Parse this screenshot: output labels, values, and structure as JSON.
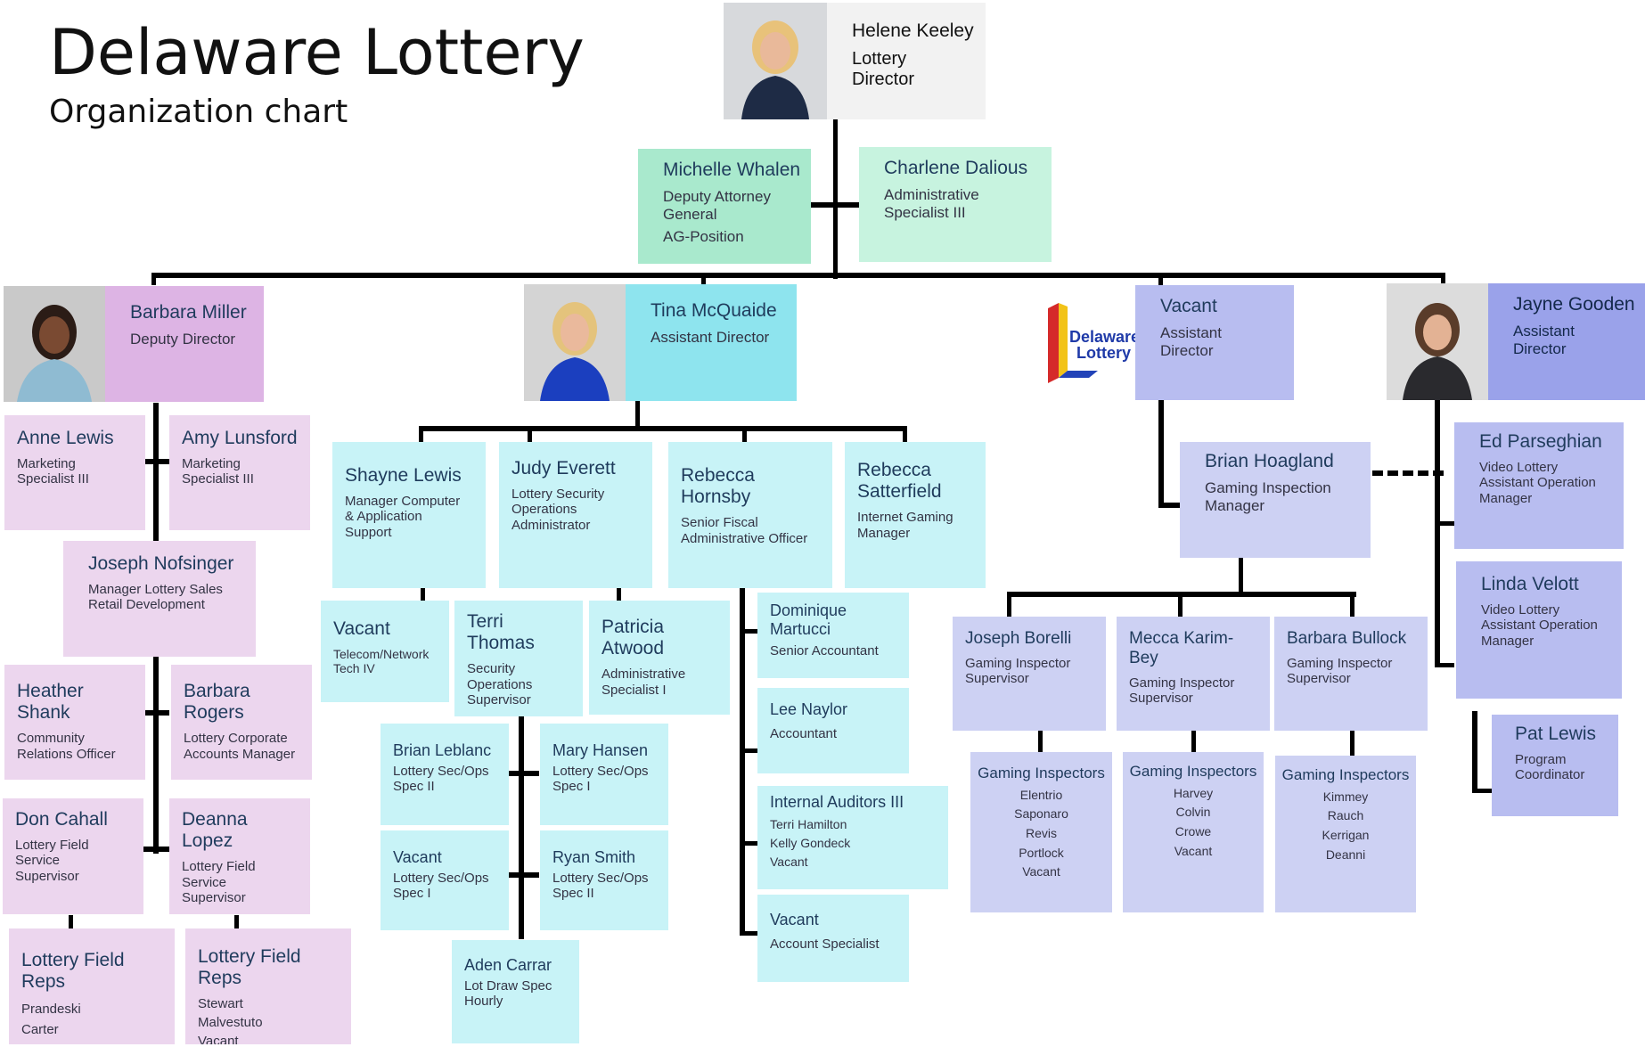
{
  "header": {
    "title": "Delaware Lottery",
    "subtitle": "Organization chart"
  },
  "logo": {
    "line1": "Delaware",
    "line2": "Lottery"
  },
  "director": {
    "name": "Helene Keeley",
    "title": "Lottery\nDirector"
  },
  "deputy_ag": {
    "name": "Michelle Whalen",
    "title": "Deputy Attorney\nGeneral",
    "note": "AG-Position"
  },
  "admin_specialist": {
    "name": "Charlene Dalious",
    "title": "Administrative\nSpecialist III"
  },
  "deputy_director": {
    "name": "Barbara Miller",
    "title": "Deputy Director"
  },
  "assistant_director_tina": {
    "name": "Tina McQuaide",
    "title": "Assistant Director"
  },
  "assistant_director_vacant": {
    "name": "Vacant",
    "title": "Assistant\nDirector"
  },
  "assistant_director_jayne": {
    "name": "Jayne Gooden",
    "title": "Assistant\nDirector"
  },
  "marketing": [
    {
      "name": "Anne Lewis",
      "title": "Marketing\nSpecialist III"
    },
    {
      "name": "Amy Lunsford",
      "title": "Marketing\nSpecialist III"
    }
  ],
  "sales_manager": {
    "name": "Joseph Nofsinger",
    "title": "Manager Lottery Sales\nRetail Development"
  },
  "sales_staff": [
    {
      "name": "Heather Shank",
      "title": "Community\nRelations Officer"
    },
    {
      "name": "Barbara Rogers",
      "title": "Lottery Corporate\nAccounts Manager"
    },
    {
      "name": "Don Cahall",
      "title": "Lottery Field Service\nSupervisor"
    },
    {
      "name": "Deanna Lopez",
      "title": "Lottery Field Service\nSupervisor"
    }
  ],
  "field_reps": [
    {
      "name": "Lottery Field Reps",
      "members": "Prandeski\nCarter"
    },
    {
      "name": "Lottery Field Reps",
      "members": "Stewart\nMalvestuto\nVacant"
    }
  ],
  "tina_reports": [
    {
      "name": "Shayne Lewis",
      "title": "Manager Computer\n& Application\nSupport"
    },
    {
      "name": "Judy Everett",
      "title": "Lottery Security\nOperations\nAdministrator"
    },
    {
      "name": "Rebecca Hornsby",
      "title": "Senior Fiscal\nAdministrative Officer"
    },
    {
      "name": "Rebecca\nSatterfield",
      "title": "Internet Gaming\nManager"
    }
  ],
  "security_team": [
    {
      "name": "Vacant",
      "title": "Telecom/Network\nTech IV"
    },
    {
      "name": "Terri Thomas",
      "title": "Security\nOperations\nSupervisor"
    },
    {
      "name": "Patricia Atwood",
      "title": "Administrative\nSpecialist I"
    }
  ],
  "sec_ops": [
    {
      "name": "Brian Leblanc",
      "title": "Lottery Sec/Ops\nSpec II"
    },
    {
      "name": "Mary Hansen",
      "title": "Lottery Sec/Ops\nSpec I"
    },
    {
      "name": "Vacant",
      "title": "Lottery Sec/Ops\nSpec I"
    },
    {
      "name": "Ryan Smith",
      "title": "Lottery Sec/Ops\nSpec II"
    },
    {
      "name": "Aden Carrar",
      "title": "Lot Draw Spec\nHourly"
    }
  ],
  "fiscal_team": [
    {
      "name": "Dominique Martucci",
      "title": "Senior Accountant"
    },
    {
      "name": "Lee Naylor",
      "title": "Accountant"
    },
    {
      "name": "Internal Auditors III",
      "title": "Terri Hamilton\nKelly Gondeck\nVacant"
    },
    {
      "name": "Vacant",
      "title": "Account Specialist"
    }
  ],
  "gaming_manager": {
    "name": "Brian Hoagland",
    "title": "Gaming Inspection\nManager"
  },
  "gaming_supervisors": [
    {
      "name": "Joseph Borelli",
      "title": "Gaming Inspector\nSupervisor"
    },
    {
      "name": "Mecca Karim-Bey",
      "title": "Gaming Inspector\nSupervisor"
    },
    {
      "name": "Barbara Bullock",
      "title": "Gaming Inspector\nSupervisor"
    }
  ],
  "gaming_inspectors": [
    {
      "name": "Gaming Inspectors",
      "members": "Elentrio\nSaponaro\nRevis\nPortlock\nVacant"
    },
    {
      "name": "Gaming Inspectors",
      "members": "Harvey\nColvin\nCrowe\nVacant"
    },
    {
      "name": "Gaming Inspectors",
      "members": "Kimmey\nRauch\nKerrigan\nDeanni"
    }
  ],
  "jayne_reports": [
    {
      "name": "Ed Parseghian",
      "title": "Video Lottery\nAssistant Operation\nManager"
    },
    {
      "name": "Linda Velott",
      "title": "Video Lottery\nAssistant Operation\nManager"
    },
    {
      "name": "Pat Lewis",
      "title": "Program\nCoordinator"
    }
  ]
}
